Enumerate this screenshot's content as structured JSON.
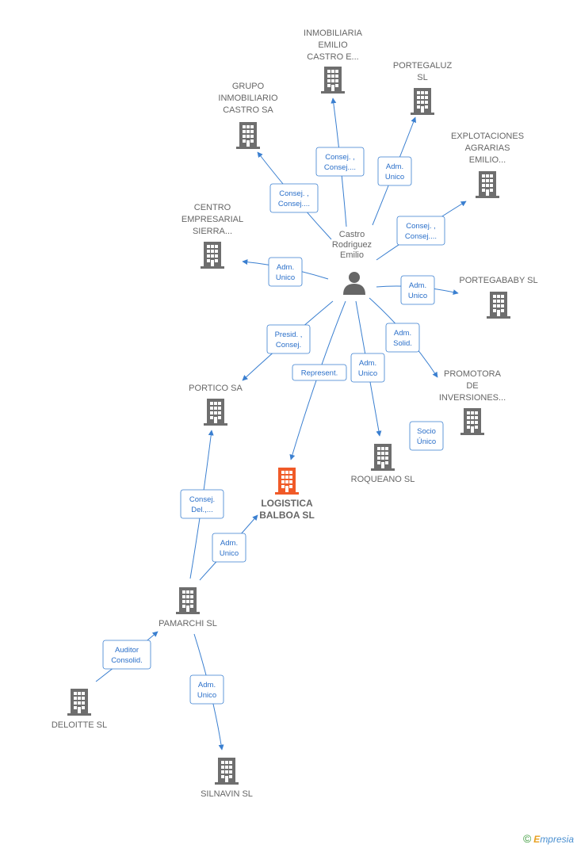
{
  "person": {
    "label": [
      "Castro",
      "Rodriguez",
      "Emilio"
    ]
  },
  "companies": [
    {
      "id": "inmob_emilio",
      "label": [
        "INMOBILIARIA",
        "EMILIO",
        "CASTRO E..."
      ],
      "main": false
    },
    {
      "id": "portegaluz",
      "label": [
        "PORTEGALUZ",
        "SL"
      ],
      "main": false
    },
    {
      "id": "grupo_inmob",
      "label": [
        "GRUPO",
        "INMOBILIARIO",
        "CASTRO SA"
      ],
      "main": false
    },
    {
      "id": "explotaciones",
      "label": [
        "EXPLOTACIONES",
        "AGRARIAS",
        "EMILIO..."
      ],
      "main": false
    },
    {
      "id": "centro_emp",
      "label": [
        "CENTRO",
        "EMPRESARIAL",
        "SIERRA..."
      ],
      "main": false
    },
    {
      "id": "portegababy",
      "label": [
        "PORTEGABABY SL"
      ],
      "main": false
    },
    {
      "id": "promotora",
      "label": [
        "PROMOTORA",
        "DE",
        "INVERSIONES..."
      ],
      "main": false
    },
    {
      "id": "portico",
      "label": [
        "PORTICO SA"
      ],
      "main": false
    },
    {
      "id": "roqueano",
      "label": [
        "ROQUEANO SL"
      ],
      "main": false
    },
    {
      "id": "logistica",
      "label": [
        "LOGISTICA",
        "BALBOA SL"
      ],
      "main": true
    },
    {
      "id": "pamarchi",
      "label": [
        "PAMARCHI SL"
      ],
      "main": false
    },
    {
      "id": "deloitte",
      "label": [
        "DELOITTE SL"
      ],
      "main": false
    },
    {
      "id": "silnavin",
      "label": [
        "SILNAVIN SL"
      ],
      "main": false
    }
  ],
  "edges": [
    {
      "id": "e_inmob",
      "label": [
        "Consej. ,",
        "Consej...."
      ]
    },
    {
      "id": "e_portegaluz",
      "label": [
        "Adm.",
        "Unico"
      ]
    },
    {
      "id": "e_grupo",
      "label": [
        "Consej. ,",
        "Consej...."
      ]
    },
    {
      "id": "e_explot",
      "label": [
        "Consej. ,",
        "Consej...."
      ]
    },
    {
      "id": "e_centro",
      "label": [
        "Adm.",
        "Unico"
      ]
    },
    {
      "id": "e_portegababy",
      "label": [
        "Adm.",
        "Unico"
      ]
    },
    {
      "id": "e_promotora",
      "label": [
        "Adm.",
        "Solid."
      ]
    },
    {
      "id": "e_portico",
      "label": [
        "Presid. ,",
        "Consej."
      ]
    },
    {
      "id": "e_logistica_rep",
      "label": [
        "Represent."
      ]
    },
    {
      "id": "e_roqueano",
      "label": [
        "Adm.",
        "Unico"
      ]
    },
    {
      "id": "e_promotora_socio",
      "label": [
        "Socio",
        "Único"
      ]
    },
    {
      "id": "e_pamarchi_portico",
      "label": [
        "Consej.",
        "Del.,..."
      ]
    },
    {
      "id": "e_pamarchi_logistica",
      "label": [
        "Adm.",
        "Unico"
      ]
    },
    {
      "id": "e_deloitte",
      "label": [
        "Auditor",
        "Consolid."
      ]
    },
    {
      "id": "e_silnavin",
      "label": [
        "Adm.",
        "Unico"
      ]
    }
  ],
  "colors": {
    "edge": "#3a7fd0",
    "building": "#6e6e6e",
    "building_main": "#f05a28",
    "person": "#666666"
  },
  "footer": {
    "copyright": "©",
    "brand_e": "E",
    "brand_rest": "mpresia"
  }
}
